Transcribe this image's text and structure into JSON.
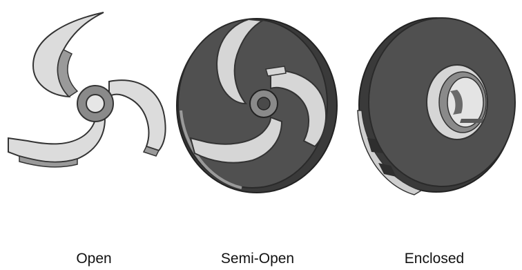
{
  "labels": {
    "open": "Open",
    "semi_open": "Semi-Open",
    "enclosed": "Enclosed"
  },
  "colors": {
    "background": "#ffffff",
    "dark_shroud": "#505050",
    "dark_shroud_edge": "#2a2a2a",
    "vane_light": "#dcdcdc",
    "vane_mid": "#a8a8a8",
    "outline": "#333333"
  }
}
